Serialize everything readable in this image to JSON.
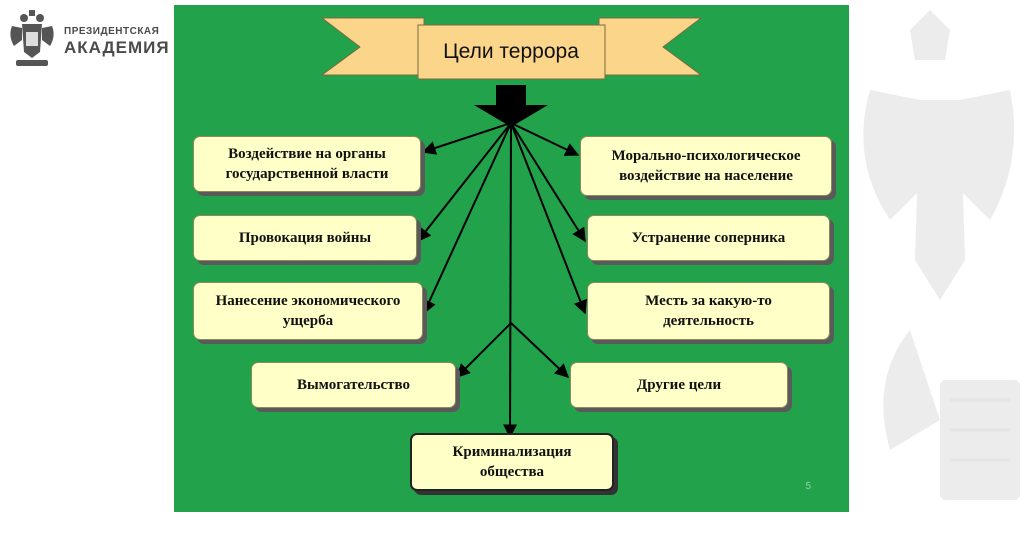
{
  "logo": {
    "line1": "ПРЕЗИДЕНТСКАЯ",
    "line2": "АКАДЕМИЯ"
  },
  "diagram": {
    "title": "Цели террора",
    "goals": {
      "gov_pressure": "Воздействие на органы государственной власти",
      "war_provocation": "Провокация войны",
      "economic_damage": "Нанесение экономического ущерба",
      "extortion": "Вымогательство",
      "criminalization": "Криминализация общества",
      "moral_psych": "Морально-психологическое воздействие на население",
      "eliminate_rival": "Устранение соперника",
      "revenge": "Месть за какую-то деятельность",
      "other": "Другие цели"
    }
  },
  "page_number": "5",
  "colors": {
    "slide_bg": "#22a24a",
    "box_fill": "#ffffc8",
    "banner_fill": "#fbd58a",
    "arrow": "#000000"
  }
}
